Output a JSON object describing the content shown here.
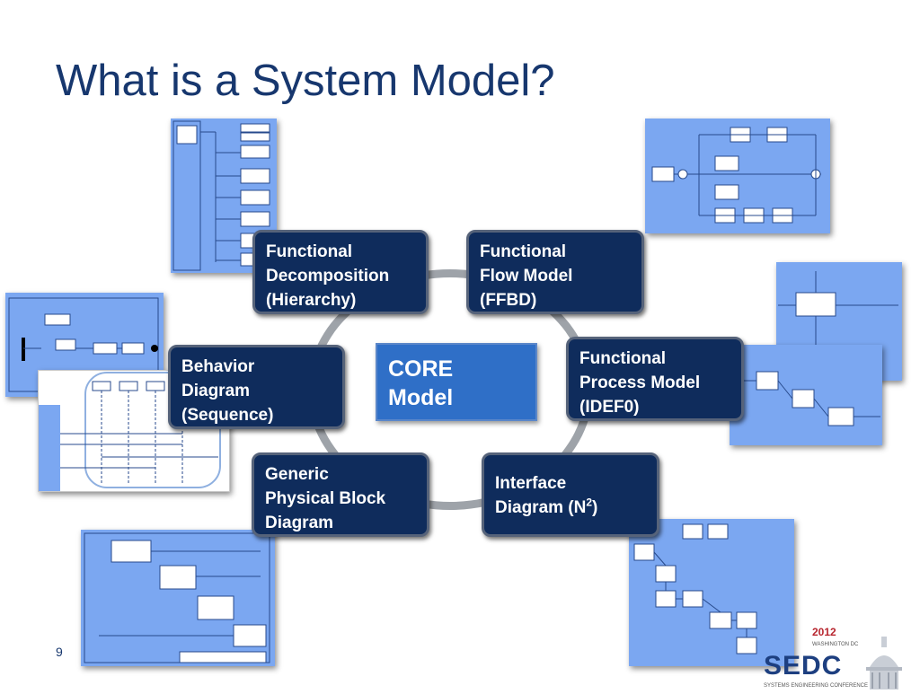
{
  "slide": {
    "title": "What is a System Model?",
    "page_number": "9"
  },
  "center": {
    "line1": "CORE",
    "line2": "Model"
  },
  "nodes": {
    "functional_decomposition": {
      "line1": "Functional",
      "line2": "Decomposition",
      "line3": "(Hierarchy)"
    },
    "functional_flow": {
      "line1": "Functional",
      "line2": "Flow Model",
      "line3": "(FFBD)"
    },
    "functional_process": {
      "line1": "Functional",
      "line2": "Process Model",
      "line3": "(IDEF0)"
    },
    "behavior": {
      "line1": "Behavior",
      "line2": "Diagram",
      "line3": "(Sequence)"
    },
    "physical_block": {
      "line1": "Generic",
      "line2": "Physical Block",
      "line3": "Diagram"
    },
    "interface": {
      "line1": "Interface",
      "line2_prefix": "Diagram (N",
      "line2_sup": "2",
      "line2_suffix": ")"
    }
  },
  "logo": {
    "year": "2012",
    "location": "WASHINGTON DC",
    "letters": "SEDC",
    "conference": "SYSTEMS ENGINEERING CONFERENCE"
  },
  "colors": {
    "title": "#17376e",
    "node_fill": "#0f2c5c",
    "core_fill": "#2f6fc7",
    "ring": "#9ea3a9",
    "thumbnail_fill": "#7ba7f1"
  }
}
